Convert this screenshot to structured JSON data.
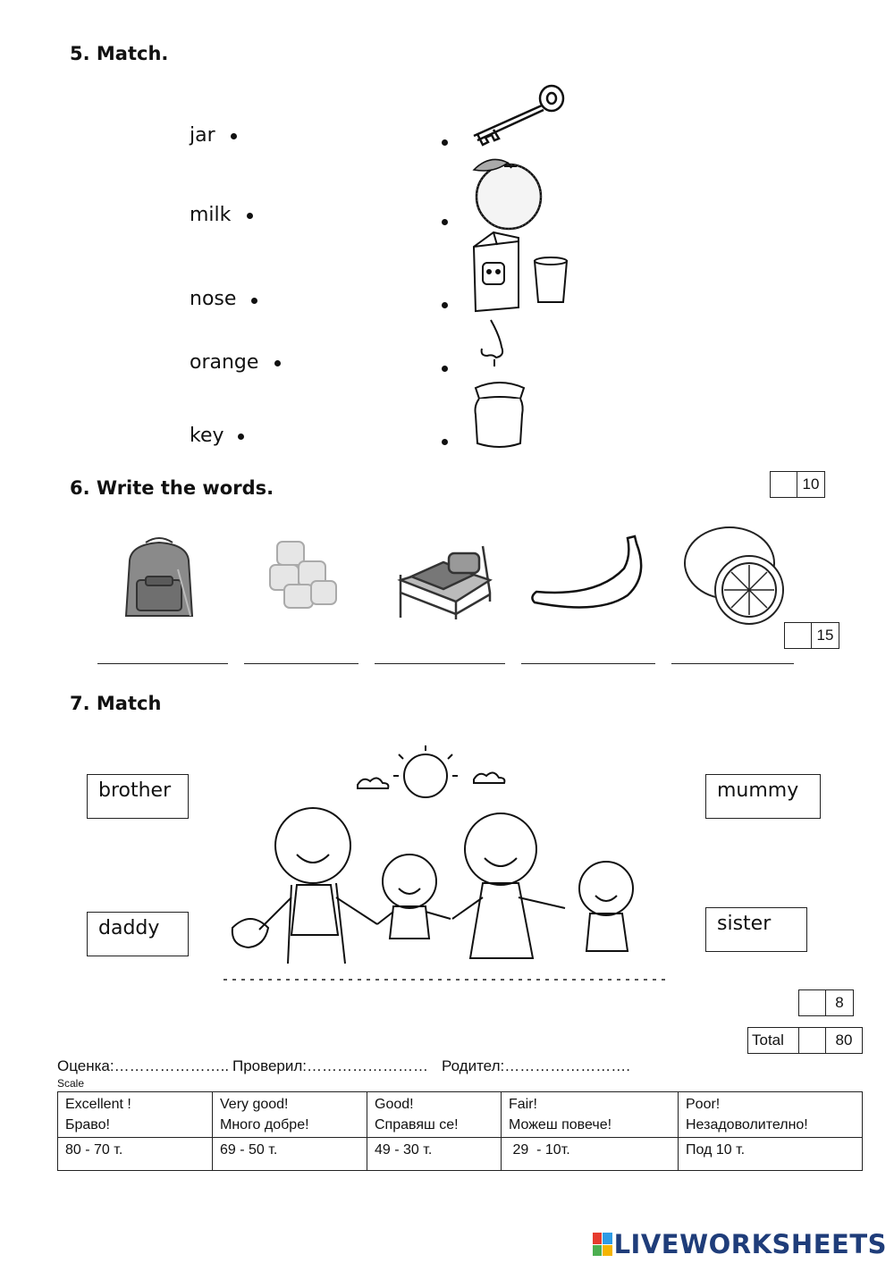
{
  "section5": {
    "title": "5.  Match.",
    "words": [
      "jar",
      "milk",
      "nose",
      "orange",
      "key"
    ]
  },
  "section6": {
    "title": "6.  Write the words.",
    "score_top": "10",
    "score_bottom": "15"
  },
  "section7": {
    "title": "7.  Match",
    "labels": {
      "brother": "brother",
      "mummy": "mummy",
      "daddy": "daddy",
      "sister": "sister"
    },
    "score": "8",
    "total_label": "Total",
    "total_value": "80"
  },
  "footer": {
    "grade": "Оценка:…………………..",
    "checked": "Проверил:……………………",
    "parent": "Родител:…………………….",
    "scale_label": "Scale",
    "table": [
      [
        "Excellent !",
        "Very good!",
        "Good!",
        "Fair!",
        "Poor!"
      ],
      [
        "Браво!",
        "Много добре!",
        "Справяш се!",
        "Можеш повече!",
        "Незадоволително!"
      ],
      [
        "80 - 70 т.",
        "69 - 50 т.",
        "49 - 30 т.",
        " 29  - 10т.",
        "Под 10 т."
      ]
    ]
  },
  "brand": {
    "text": "LIVEWORKSHEETS",
    "colors": [
      "#e63b2e",
      "#2e9be6",
      "#4caf50",
      "#f5b400"
    ]
  }
}
